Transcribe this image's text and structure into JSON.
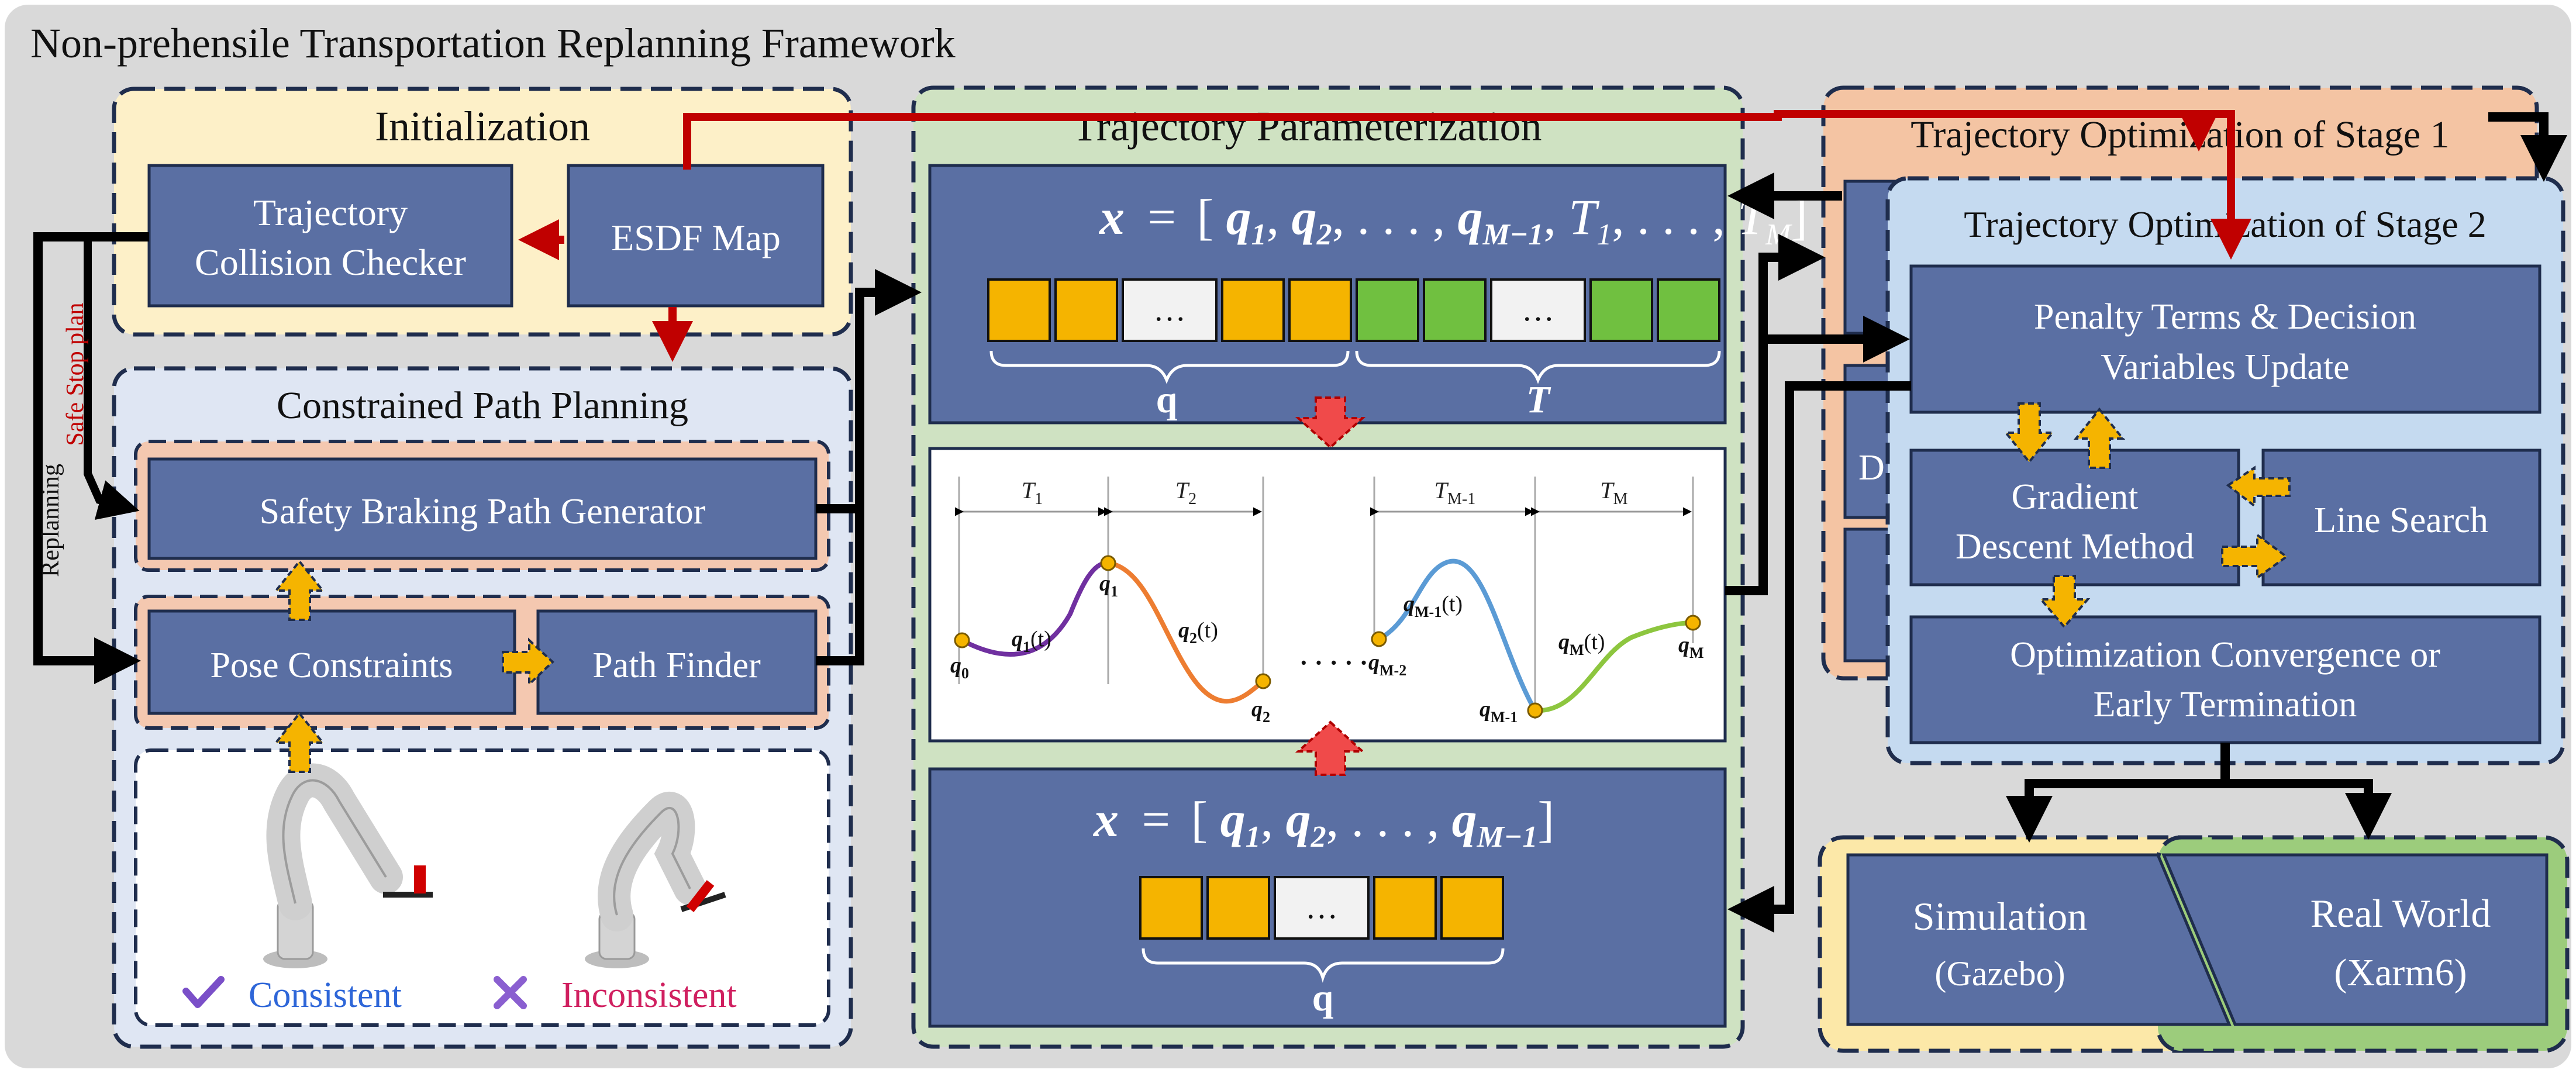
{
  "framework_title": "Non-prehensile Transportation Replanning Framework",
  "initialization": {
    "title": "Initialization",
    "collision_checker": [
      "Trajectory",
      "Collision Checker"
    ],
    "esdf_map": "ESDF Map"
  },
  "side_labels": {
    "replanning": "Replanning",
    "safe_stop_plan": "Safe Stop plan"
  },
  "path_planning": {
    "title": "Constrained Path Planning",
    "safety_braking": "Safety Braking Path Generator",
    "pose_constraints": "Pose Constraints",
    "path_finder": "Path Finder",
    "consistent": "Consistent",
    "inconsistent": "Inconsistent"
  },
  "parameterization": {
    "title": "Trajectory Parameterization",
    "formula_full": {
      "x": "x",
      "eq": "=",
      "open": "[",
      "terms": [
        "q",
        "1",
        ", ",
        "q",
        "2",
        ", . . . , ",
        "q",
        "M−1",
        ", ",
        "T",
        "1",
        ", . . . , ",
        "T",
        "M"
      ],
      "close": "]"
    },
    "formula_q": {
      "x": "x",
      "eq": "=",
      "open": "[",
      "terms": [
        "q",
        "1",
        ", ",
        "q",
        "2",
        ", . . . , ",
        "q",
        "M−1"
      ],
      "close": "]"
    },
    "ellipsis_cell": "…",
    "brace_q": "q",
    "brace_T": "T",
    "segment_labels": [
      "T",
      "1",
      "T",
      "2",
      "T",
      "M-1",
      "T",
      "M"
    ],
    "point_labels": [
      "q",
      "0",
      "q",
      "1",
      "q",
      "2",
      "q",
      "M-2",
      "q",
      "M-1",
      "q",
      "M"
    ],
    "curve_labels": [
      "q",
      "1",
      "(t)",
      "q",
      "2",
      "(t)",
      "q",
      "M-1",
      "(t)",
      "q",
      "M",
      "(t)"
    ],
    "dots": "· · · · ·"
  },
  "stage1": {
    "title": "Trajectory Optimization of Stage 1",
    "hidden_letter": "D"
  },
  "stage2": {
    "title": "Trajectory Optimization of Stage 2",
    "penalty": [
      "Penalty Terms & Decision",
      "Variables Update"
    ],
    "gradient": [
      "Gradient",
      "Descent Method"
    ],
    "line_search": "Line Search",
    "convergence": [
      "Optimization Convergence or",
      "Early Termination"
    ]
  },
  "outputs": {
    "simulation": [
      "Simulation",
      "(Gazebo)"
    ],
    "real_world": [
      "Real World",
      "(Xarm6)"
    ]
  },
  "colors": {
    "background": "#d9d9d9",
    "navy": "#1f2d4d",
    "box_blue": "#5a6fa3",
    "init_fill": "#fdf0c8",
    "path_fill": "#dfe6f3",
    "param_fill": "#cfe2c2",
    "stage1_fill": "#f4c4a3",
    "stage2_fill": "#c5daf0",
    "inner_orange": "#f4c8b0",
    "red": "#c00000",
    "orange": "#f5b400",
    "green": "#70c040",
    "sim_fill": "#fce8a8",
    "real_fill": "#9ccc7c"
  }
}
